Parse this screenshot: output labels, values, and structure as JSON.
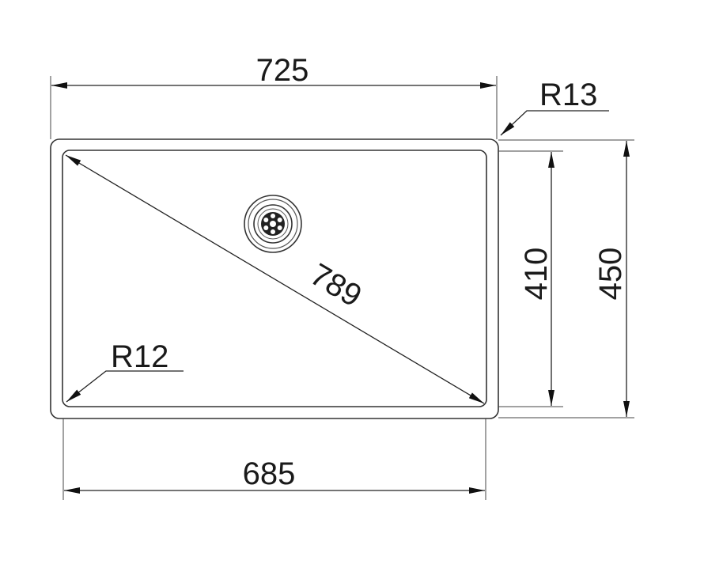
{
  "drawing": {
    "title": "Sink bowl dimensions",
    "dimensions": {
      "outer_width": "725",
      "inner_width": "685",
      "outer_height": "450",
      "inner_height": "410",
      "diagonal": "789",
      "outer_radius": "R13",
      "inner_radius": "R12"
    },
    "line_color": "#222222"
  }
}
